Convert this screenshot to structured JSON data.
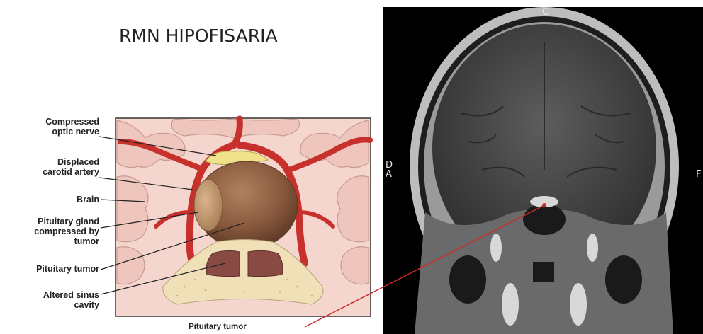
{
  "title": "RMN HIPOFISARIA",
  "labels": {
    "optic_nerve": [
      "Compressed",
      "optic nerve"
    ],
    "carotid": [
      "Displaced",
      "carotid artery"
    ],
    "brain": [
      "Brain"
    ],
    "pituitary_gland": [
      "Pituitary gland",
      "compressed by",
      "tumor"
    ],
    "pituitary_tumor": [
      "Pituitary tumor"
    ],
    "sinus": [
      "Altered sinus",
      "cavity"
    ]
  },
  "bottom_label": "Pituitary tumor",
  "mri": {
    "orientation_left_top": "D",
    "orientation_left_bottom": "A",
    "orientation_right": "F",
    "orientation_top": "C"
  },
  "colors": {
    "artery": "#c8302c",
    "brain": "#f2d2cc",
    "tumor": "#8a5a3e",
    "optic_nerve": "#efe28a",
    "bone": "#efe0b8",
    "pointer": "#cc2b2b"
  }
}
